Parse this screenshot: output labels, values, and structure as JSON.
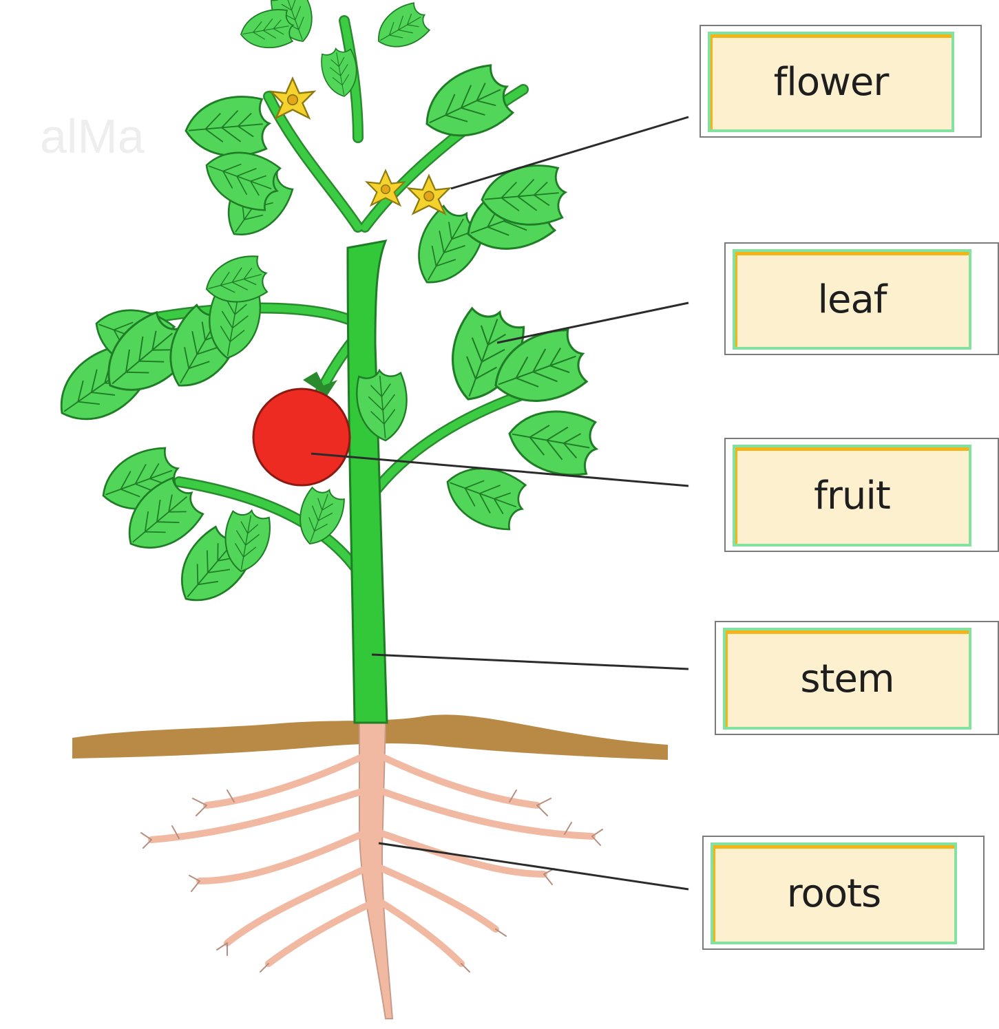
{
  "watermark": "alMa",
  "labels": [
    {
      "id": "flower",
      "text": "flower"
    },
    {
      "id": "leaf",
      "text": "leaf"
    },
    {
      "id": "fruit",
      "text": "fruit"
    },
    {
      "id": "stem",
      "text": "stem"
    },
    {
      "id": "roots",
      "text": "roots"
    }
  ],
  "colors": {
    "leaf": "#52d65a",
    "leaf_vein": "#2a7a2c",
    "stem": "#33c73a",
    "fruit": "#ee2b22",
    "flower": "#f6d22f",
    "soil": "#b98a45",
    "roots": "#f2b9a2",
    "label_fill": "#fcf0cf",
    "label_border": "#84e2a0",
    "label_accent": "#f2b419"
  }
}
